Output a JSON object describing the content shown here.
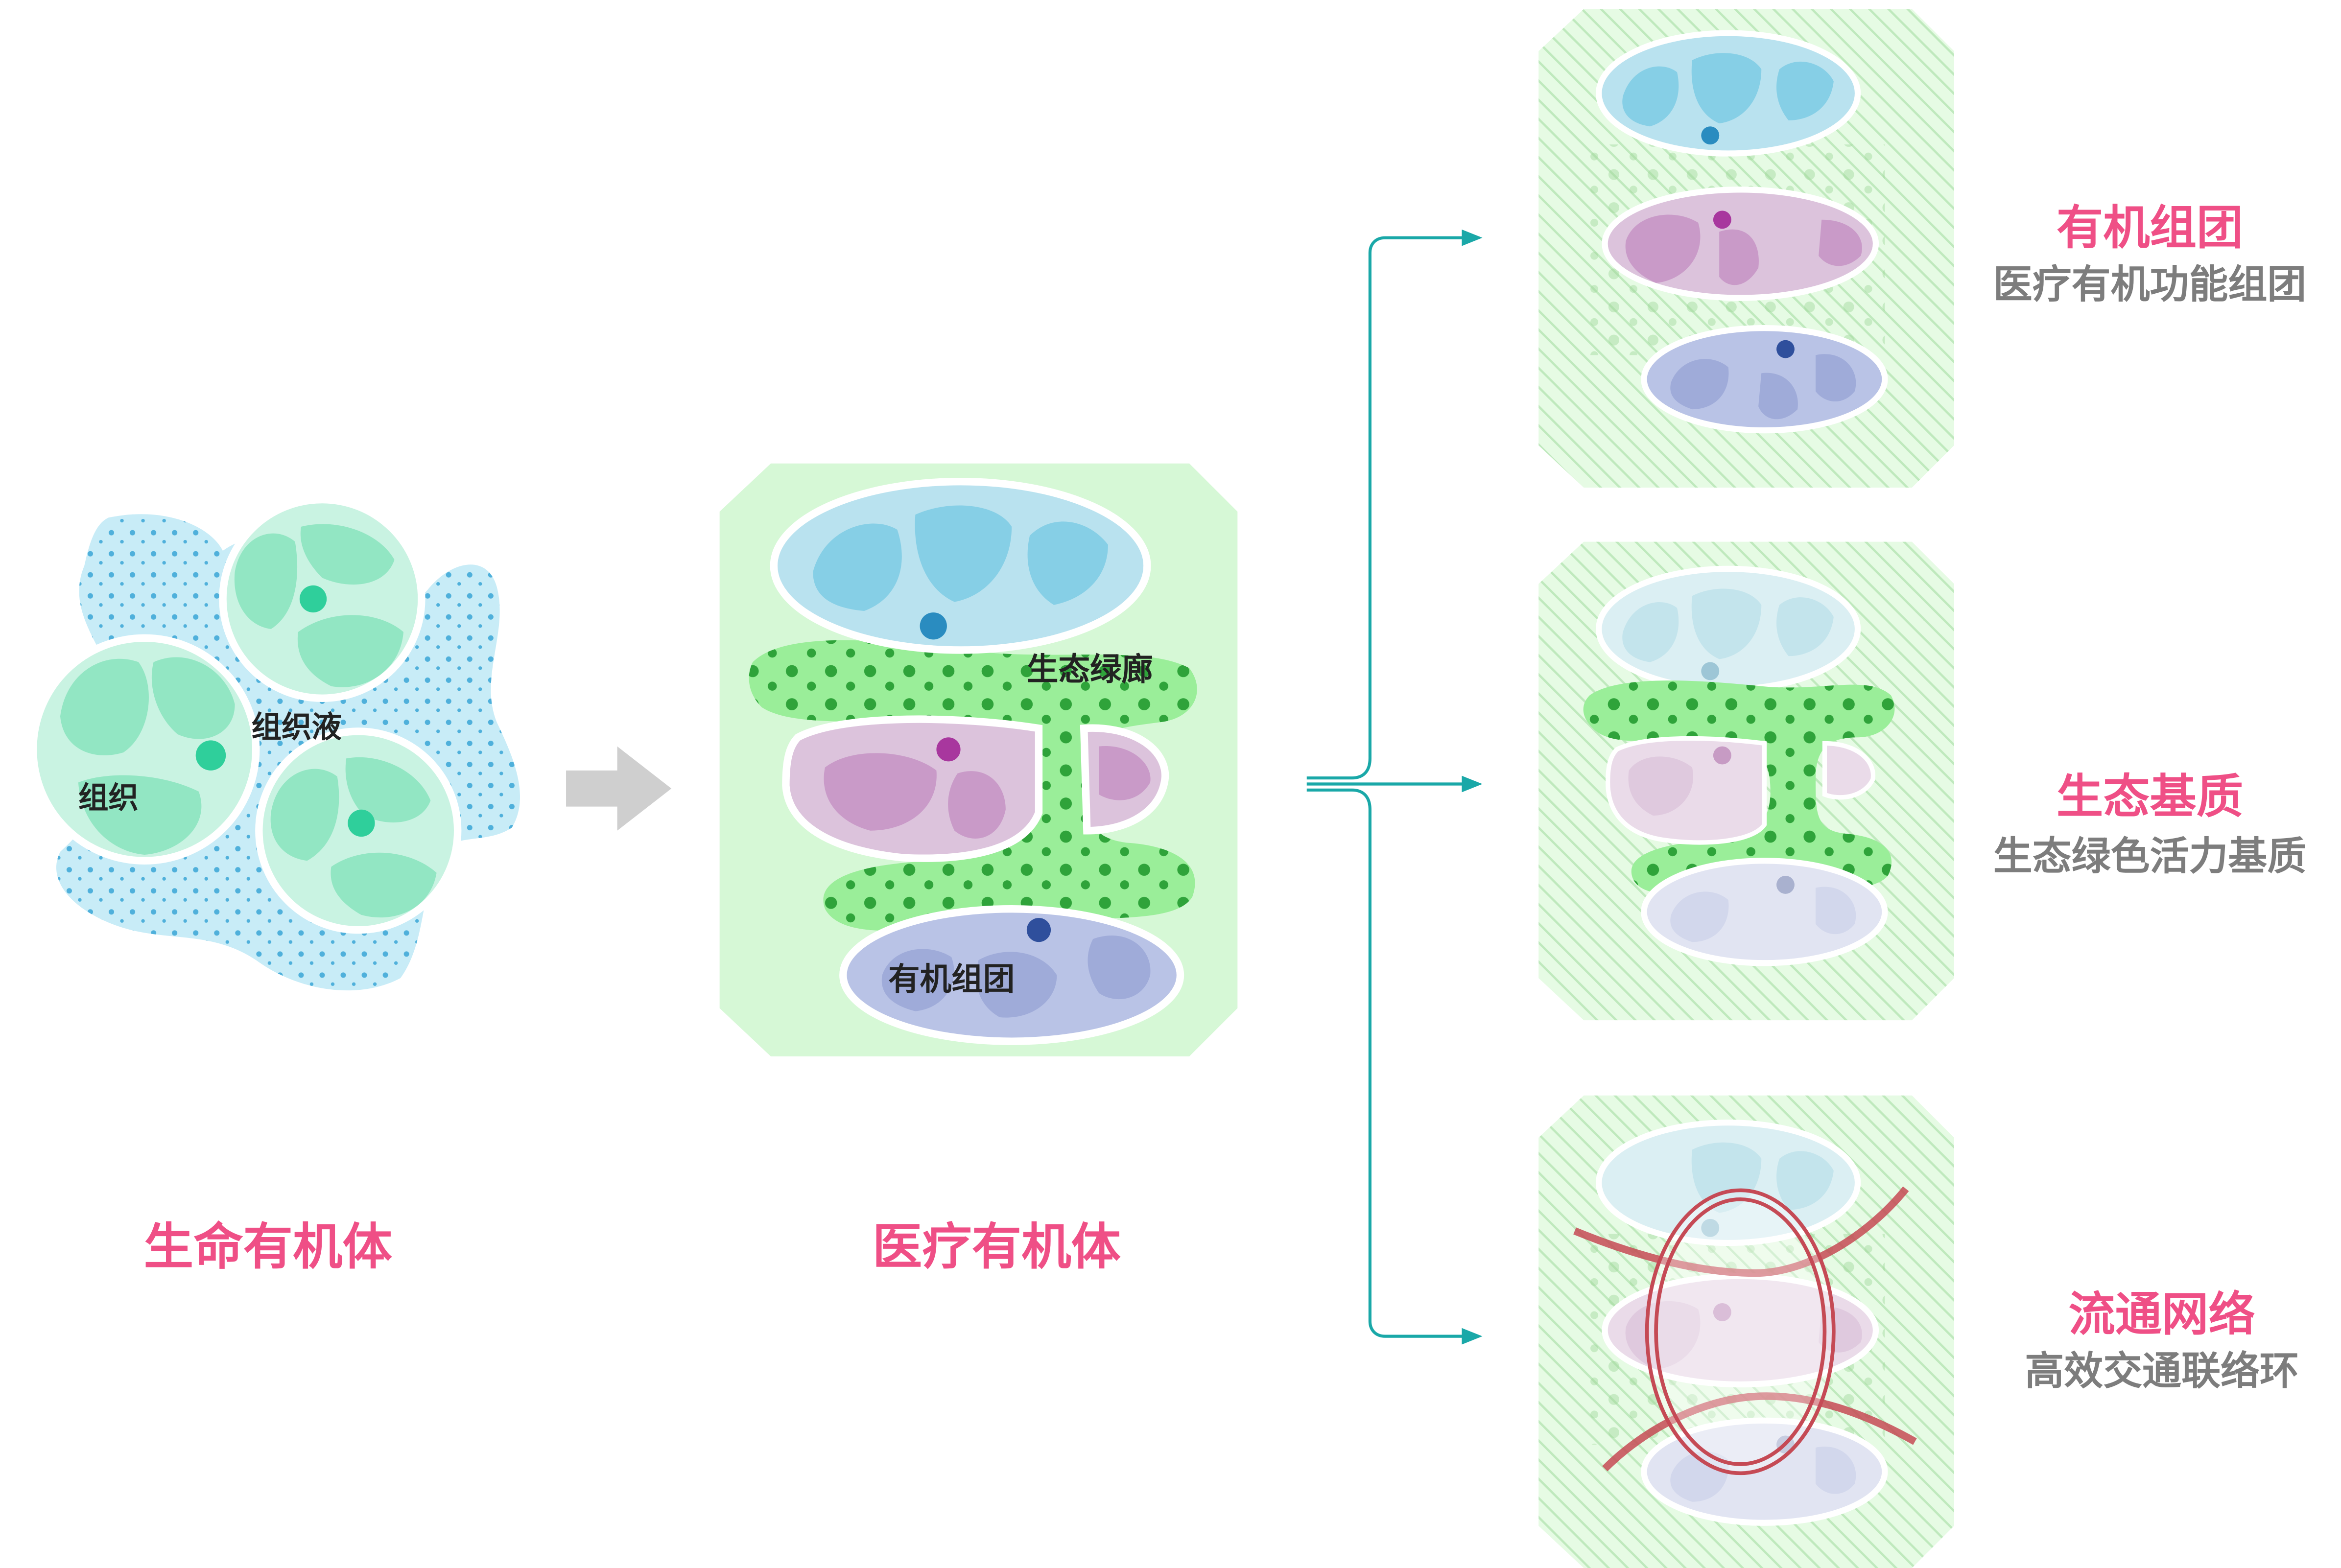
{
  "colors": {
    "accent_pink": "#ef4f86",
    "subtitle_gray": "#7d7d7d",
    "connector_teal": "#1aa8a8",
    "fluid_blue": "#c8ecf7",
    "tissue_green": "#92e6c3",
    "corridor_green": "#9aee99",
    "panel_green": "#d6f8d6",
    "cluster_blue": "#b9e2ef",
    "cluster_purple": "#dcc3dc",
    "cluster_indigo": "#b9c3e6",
    "ring_red": "#c54a55"
  },
  "organism": {
    "tissue_label": "组织",
    "fluid_label": "组织液",
    "caption": "生命有机体"
  },
  "medical": {
    "corridor_label": "生态绿廊",
    "cluster_label": "有机组团",
    "caption": "医疗有机体"
  },
  "legend": [
    {
      "title": "有机组团",
      "subtitle": "医疗有机功能组团"
    },
    {
      "title": "生态基质",
      "subtitle": "生态绿色活力基质"
    },
    {
      "title": "流通网络",
      "subtitle": "高效交通联络环"
    }
  ]
}
